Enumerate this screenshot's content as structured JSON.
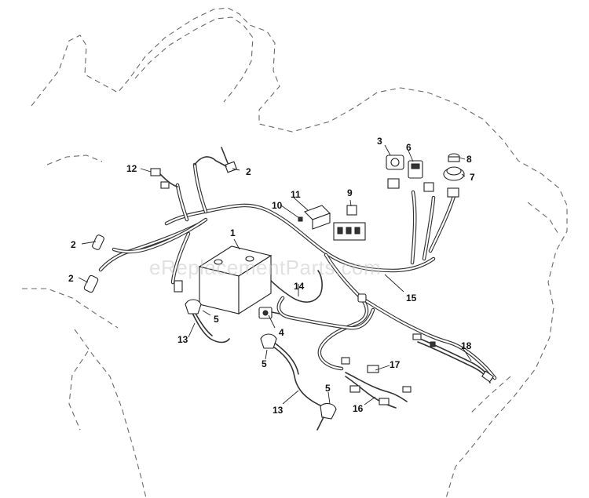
{
  "watermark": "eReplacementParts.com",
  "callouts": [
    {
      "id": "c1",
      "text": "1"
    },
    {
      "id": "c2a",
      "text": "2"
    },
    {
      "id": "c2b",
      "text": "2"
    },
    {
      "id": "c2c",
      "text": "2"
    },
    {
      "id": "c3",
      "text": "3"
    },
    {
      "id": "c4",
      "text": "4"
    },
    {
      "id": "c5a",
      "text": "5"
    },
    {
      "id": "c5b",
      "text": "5"
    },
    {
      "id": "c5c",
      "text": "5"
    },
    {
      "id": "c6",
      "text": "6"
    },
    {
      "id": "c7",
      "text": "7"
    },
    {
      "id": "c8",
      "text": "8"
    },
    {
      "id": "c9",
      "text": "9"
    },
    {
      "id": "c10",
      "text": "10"
    },
    {
      "id": "c11",
      "text": "11"
    },
    {
      "id": "c12",
      "text": "12"
    },
    {
      "id": "c13a",
      "text": "13"
    },
    {
      "id": "c13b",
      "text": "13"
    },
    {
      "id": "c14",
      "text": "14"
    },
    {
      "id": "c15",
      "text": "15"
    },
    {
      "id": "c16",
      "text": "16"
    },
    {
      "id": "c17",
      "text": "17"
    },
    {
      "id": "c18",
      "text": "18"
    }
  ]
}
